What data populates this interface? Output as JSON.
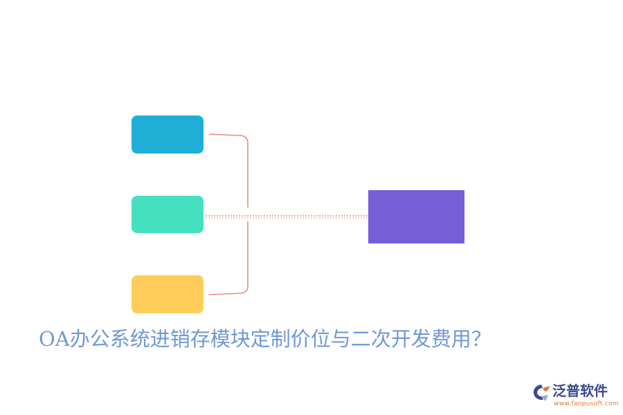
{
  "diagram": {
    "nodes": [
      {
        "id": "node-1",
        "color": "#1fafd6",
        "label": ""
      },
      {
        "id": "node-2",
        "color": "#45e0c0",
        "label": ""
      },
      {
        "id": "node-3",
        "color": "#ffcd5a",
        "label": ""
      },
      {
        "id": "target",
        "color": "#745fd9",
        "label": ""
      }
    ],
    "connector_color": "#ef8a72"
  },
  "title": "OA办公系统进销存模块定制价位与二次开发费用？",
  "logo": {
    "name": "泛普软件",
    "url": "www.fanpusoft.com",
    "icon": "fanpu-logo-icon"
  }
}
